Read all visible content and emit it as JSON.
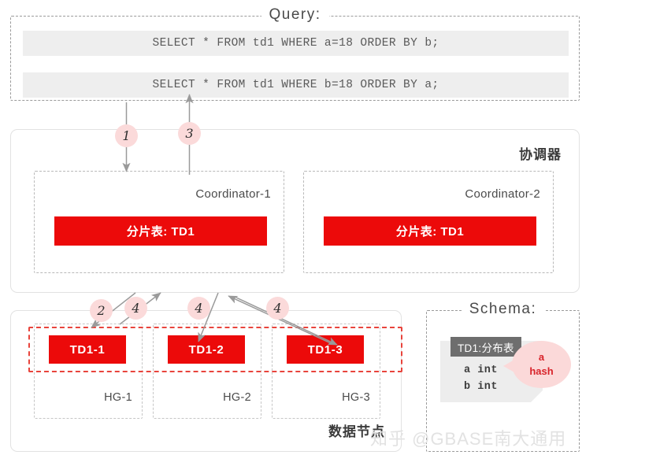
{
  "query": {
    "title": "Query:",
    "statements": [
      "SELECT * FROM td1 WHERE a=18 ORDER BY b;",
      "SELECT * FROM td1 WHERE b=18 ORDER BY a;"
    ]
  },
  "coordinator": {
    "label": "协调器",
    "nodes": [
      {
        "name": "Coordinator-1",
        "chip": "分片表: TD1"
      },
      {
        "name": "Coordinator-2",
        "chip": "分片表: TD1"
      }
    ]
  },
  "datanode": {
    "label": "数据节点",
    "shards": [
      {
        "chip": "TD1-1",
        "host": "HG-1"
      },
      {
        "chip": "TD1-2",
        "host": "HG-2"
      },
      {
        "chip": "TD1-3",
        "host": "HG-3"
      }
    ]
  },
  "schema": {
    "title": "Schema:",
    "card": {
      "header": "TD1:分布表",
      "columns": [
        "a int",
        "b int"
      ]
    },
    "bubble": {
      "line1": "a",
      "line2": "hash"
    }
  },
  "steps": {
    "one": "1",
    "two": "2",
    "three": "3",
    "four_a": "4",
    "four_b": "4",
    "four_c": "4"
  },
  "watermark": "知乎 @GBASE南大通用",
  "colors": {
    "chip_red": "#ec0a0a",
    "highlight_red": "#e8443c",
    "badge_pink": "#fbdada",
    "bubble_pink": "#fbd9d9",
    "bubble_text": "#d8232a",
    "sql_bg": "#eeeeee",
    "card_bg": "#ededed",
    "card_header_bg": "#6e6e6e",
    "arrow_gray": "#9a9a9a"
  }
}
